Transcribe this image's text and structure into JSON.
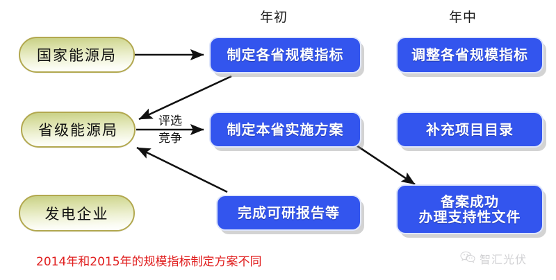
{
  "diagram": {
    "headers": [
      {
        "label": "年初"
      },
      {
        "label": "年中"
      }
    ],
    "actors": [
      {
        "label": "国家能源局"
      },
      {
        "label": "省级能源局"
      },
      {
        "label": "发电企业"
      }
    ],
    "processes": [
      {
        "label": "制定各省规模指标",
        "column": "年初",
        "row": 1
      },
      {
        "label": "调整各省规模指标",
        "column": "年中",
        "row": 1
      },
      {
        "label": "制定本省实施方案",
        "column": "年初",
        "row": 2
      },
      {
        "label": "补充项目目录",
        "column": "年中",
        "row": 2
      },
      {
        "label": "完成可研报告等",
        "column": "年初",
        "row": 3
      },
      {
        "label_line1": "备案成功",
        "label_line2": "办理支持性文件",
        "column": "年中",
        "row": 3
      }
    ],
    "edge_labels": [
      {
        "line1": "评选",
        "line2": "竞争"
      }
    ],
    "caption": "2014年和2015年的规模指标制定方案不同",
    "watermark": {
      "text": "智汇光伏",
      "icon": "wechat-icon"
    },
    "colors": {
      "process_fill": "#3355ee",
      "process_text": "#ffffff",
      "actor_border": "#b2a84f",
      "actor_fill_top": "#c7cf84",
      "actor_fill_bottom": "#ffffff",
      "caption_text": "#e01d1d",
      "arrow": "#111111",
      "background": "#ffffff"
    }
  }
}
